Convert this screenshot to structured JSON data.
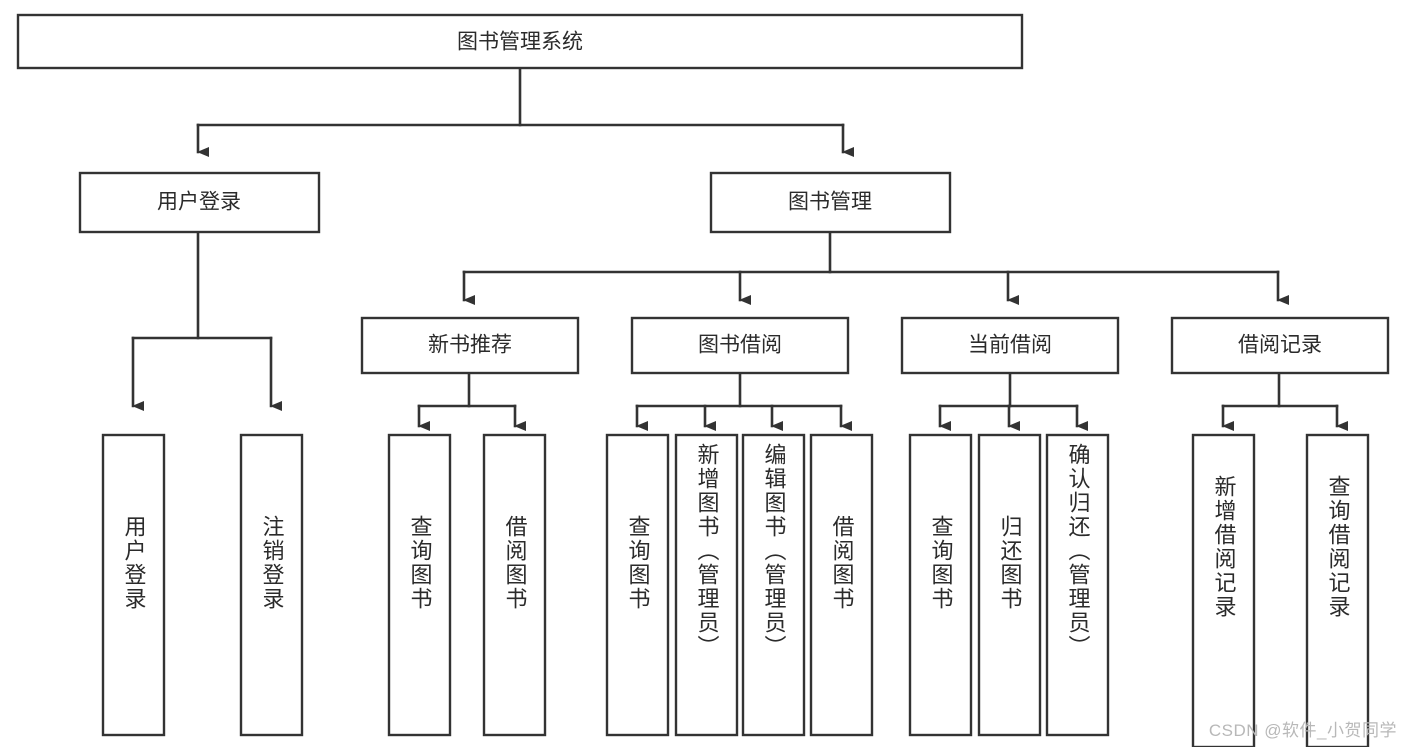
{
  "diagram": {
    "title": "图书管理系统",
    "type": "hierarchy-tree",
    "background_color": "#ffffff",
    "line_color": "#333333",
    "text_color": "#2b2b2b",
    "root": {
      "label": "图书管理系统"
    },
    "level2": [
      {
        "label": "用户登录"
      },
      {
        "label": "图书管理"
      }
    ],
    "level3": [
      {
        "label": "新书推荐"
      },
      {
        "label": "图书借阅"
      },
      {
        "label": "当前借阅"
      },
      {
        "label": "借阅记录"
      }
    ],
    "leaves": {
      "user_login": [
        {
          "label": "用户登录"
        },
        {
          "label": "注销登录"
        }
      ],
      "new_book_recommend": [
        {
          "label": "查询图书"
        },
        {
          "label": "借阅图书"
        }
      ],
      "book_borrow": [
        {
          "label": "查询图书"
        },
        {
          "label": "新增图书（管理员）"
        },
        {
          "label": "编辑图书（管理员）"
        },
        {
          "label": "借阅图书"
        }
      ],
      "current_borrow": [
        {
          "label": "查询图书"
        },
        {
          "label": "归还图书"
        },
        {
          "label": "确认归还（管理员）"
        }
      ],
      "borrow_record": [
        {
          "label": "新增借阅记录"
        },
        {
          "label": "查询借阅记录"
        }
      ]
    }
  },
  "watermark": {
    "text": "CSDN @软件_小贺同学"
  }
}
